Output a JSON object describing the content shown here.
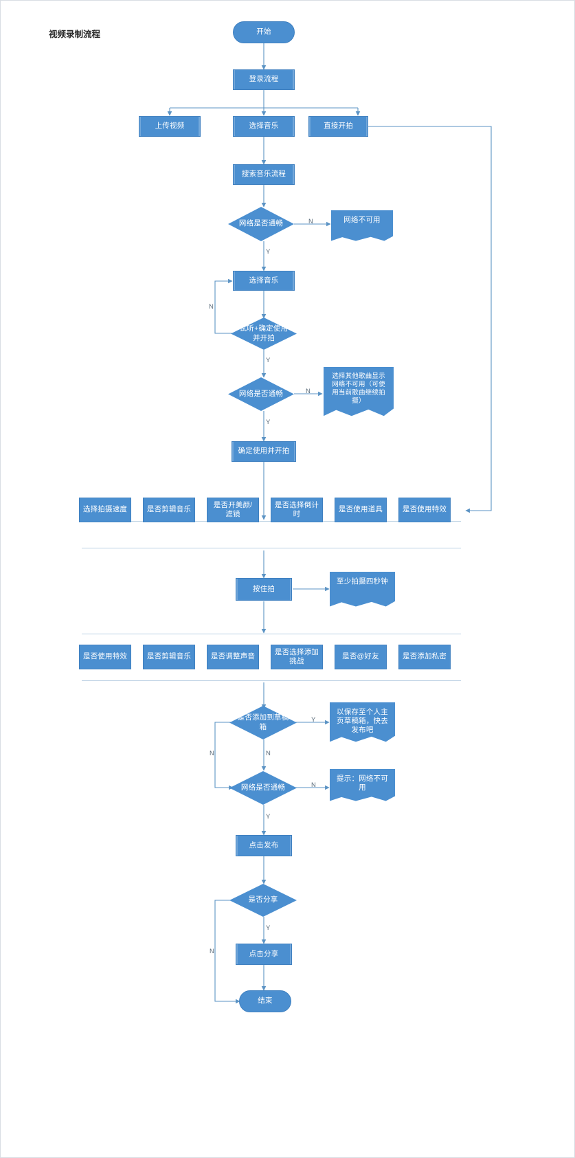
{
  "diagram": {
    "title": "视频录制流程",
    "colors": {
      "node_fill": "#4b8fd0",
      "node_stroke": "#3f80c0",
      "wire": "#5b93c4",
      "divider": "#b9cfe2",
      "text_on_node": "#ffffff",
      "label_text": "#5a6b7a",
      "canvas_border": "#d9dde3"
    },
    "nodes": {
      "start": "开始",
      "login_flow": "登录流程",
      "upload_video": "上传视频",
      "choose_music": "选择音乐",
      "direct_shoot": "直接开拍",
      "search_music_flow": "搜索音乐流程",
      "net_ok_1": "网络是否通畅",
      "net_unavailable_1": "网络不可用",
      "select_music_2": "选择音乐",
      "audition_confirm": "试听+确定使用并开拍",
      "net_ok_2": "网络是否通畅",
      "net_unavailable_2": "选择其他歌曲显示网络不可用（可使用当前歌曲继续拍摄）",
      "confirm_use_shoot": "确定使用并开拍",
      "hold_to_record": "按住拍",
      "min_four_seconds": "至少拍摄四秒钟",
      "add_to_draft": "是否添加到草稿箱",
      "draft_saved_tip": "以保存至个人主页草稿箱，快去发布吧",
      "net_ok_3": "网络是否通畅",
      "net_unavailable_3": "提示：网络不可用",
      "click_publish": "点击发布",
      "is_share": "是否分享",
      "click_share": "点击分享",
      "end": "结束"
    },
    "option_row_1": [
      "选择拍摄速度",
      "是否剪辑音乐",
      "是否开美颜/滤镜",
      "是否选择倒计时",
      "是否使用道具",
      "是否使用特效"
    ],
    "option_row_2": [
      "是否使用特效",
      "是否剪辑音乐",
      "是否调整声音",
      "是否选择添加挑战",
      "是否@好友",
      "是否添加私密"
    ],
    "edge_labels": {
      "n1": "N",
      "y1": "Y",
      "n_loop_music": "N",
      "y_audition": "Y",
      "n2": "N",
      "y2": "Y",
      "y_draft": "Y",
      "n_draft_left": "N",
      "n_draft_down": "N",
      "n3": "N",
      "y3": "Y",
      "y_share": "Y",
      "n_share": "N"
    }
  }
}
